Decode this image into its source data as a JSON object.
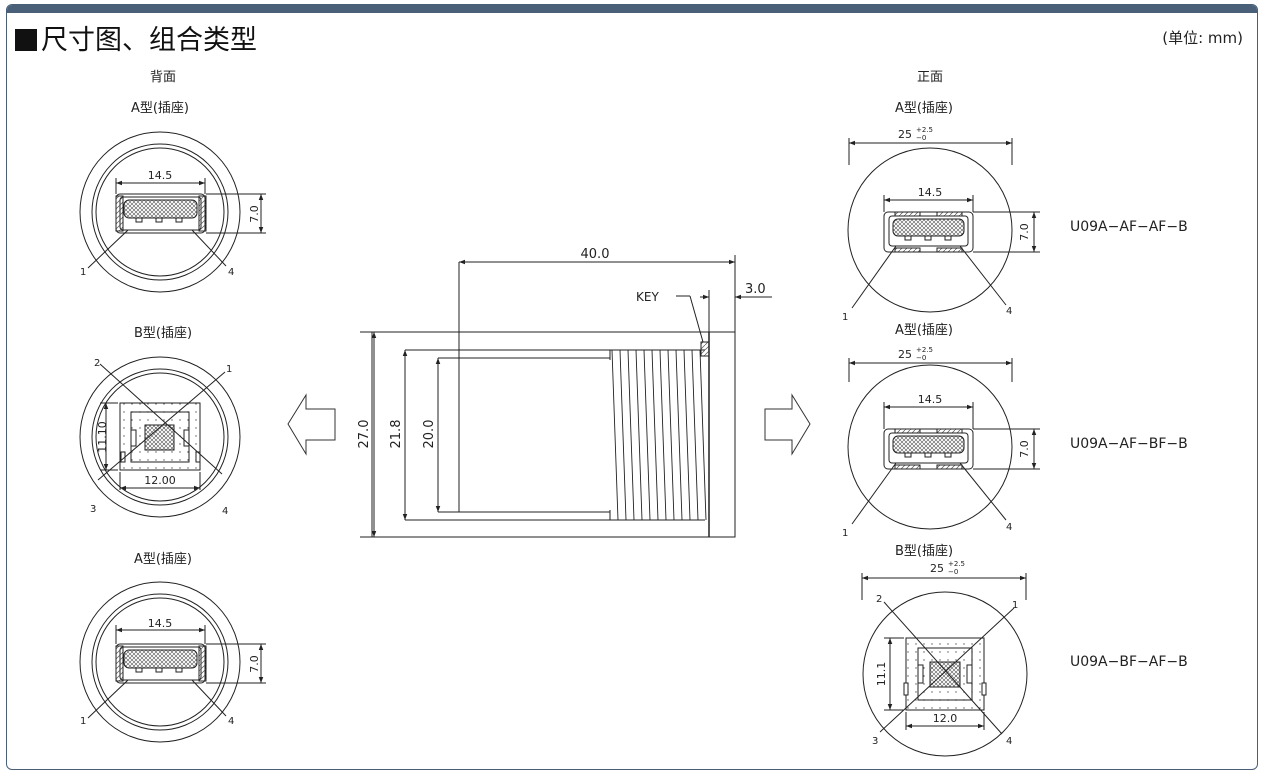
{
  "header": {
    "title": "尺寸图、组合类型",
    "unit": "(单位: mm)"
  },
  "colors": {
    "frame": "#4a6079",
    "line": "#222222",
    "hatch": "#555555"
  },
  "left": {
    "heading": "背面",
    "views": [
      {
        "label": "A型(插座)",
        "width": "14.5",
        "height": "7.0",
        "pin_a": "1",
        "pin_b": "4"
      },
      {
        "label": "B型(插座)",
        "width": "12.00",
        "height": "11.10",
        "pins": [
          "2",
          "1",
          "3",
          "4"
        ]
      },
      {
        "label": "A型(插座)",
        "width": "14.5",
        "height": "7.0",
        "pin_a": "1",
        "pin_b": "4"
      }
    ]
  },
  "center": {
    "length": "40.0",
    "key": "KEY",
    "flange": "3.0",
    "d1": "27.0",
    "d2": "21.8",
    "d3": "20.0"
  },
  "right": {
    "heading": "正面",
    "views": [
      {
        "label": "A型(插座)",
        "outer": "25",
        "tol_plus": "+2.5",
        "tol_minus": "−0",
        "width": "14.5",
        "height": "7.0",
        "pin_a": "1",
        "pin_b": "4",
        "model": "U09A−AF−AF−B"
      },
      {
        "label": "A型(插座)",
        "outer": "25",
        "tol_plus": "+2.5",
        "tol_minus": "−0",
        "width": "14.5",
        "height": "7.0",
        "pin_a": "1",
        "pin_b": "4",
        "model": "U09A−AF−BF−B"
      },
      {
        "label": "B型(插座)",
        "outer": "25",
        "tol_plus": "+2.5",
        "tol_minus": "−0",
        "width": "12.0",
        "height": "11.1",
        "pins": [
          "2",
          "1",
          "3",
          "4"
        ],
        "model": "U09A−BF−AF−B"
      }
    ]
  }
}
